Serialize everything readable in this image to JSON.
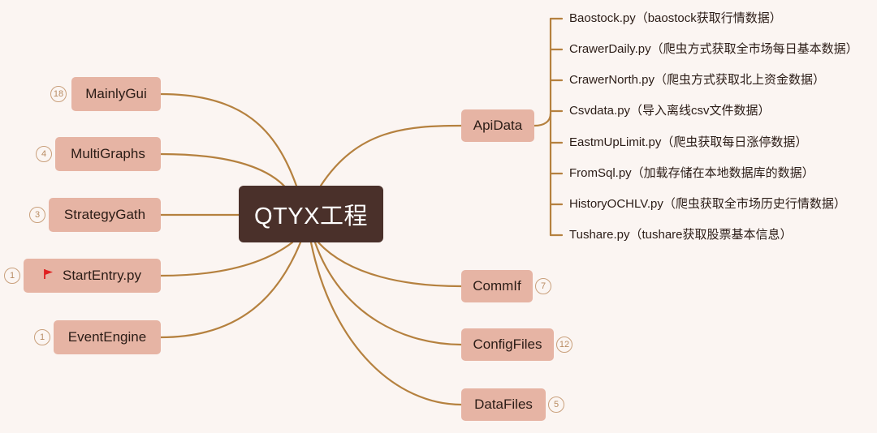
{
  "root": {
    "label": "QTYX工程"
  },
  "left_nodes": [
    {
      "label": "MainlyGui",
      "badge": "18"
    },
    {
      "label": "MultiGraphs",
      "badge": "4"
    },
    {
      "label": "StrategyGath",
      "badge": "3"
    },
    {
      "label": "StartEntry.py",
      "badge": "1",
      "icon": "red-flag-icon"
    },
    {
      "label": "EventEngine",
      "badge": "1"
    }
  ],
  "right_nodes": [
    {
      "label": "ApiData",
      "badge": ""
    },
    {
      "label": "CommIf",
      "badge": "7"
    },
    {
      "label": "ConfigFiles",
      "badge": "12"
    },
    {
      "label": "DataFiles",
      "badge": "5"
    }
  ],
  "apidata_children": [
    "Baostock.py（baostock获取行情数据）",
    "CrawerDaily.py（爬虫方式获取全市场每日基本数据）",
    "CrawerNorth.py（爬虫方式获取北上资金数据）",
    "Csvdata.py（导入离线csv文件数据）",
    "EastmUpLimit.py（爬虫获取每日涨停数据）",
    "FromSql.py（加载存储在本地数据库的数据）",
    "HistoryOCHLV.py（爬虫获取全市场历史行情数据）",
    "Tushare.py（tushare获取股票基本信息）"
  ],
  "colors": {
    "background": "#fbf5f2",
    "root_fill": "#4a302a",
    "node_fill": "#e6b4a4",
    "connector": "#b5813f",
    "badge_border": "#c9a07c",
    "flag": "#e02020"
  }
}
